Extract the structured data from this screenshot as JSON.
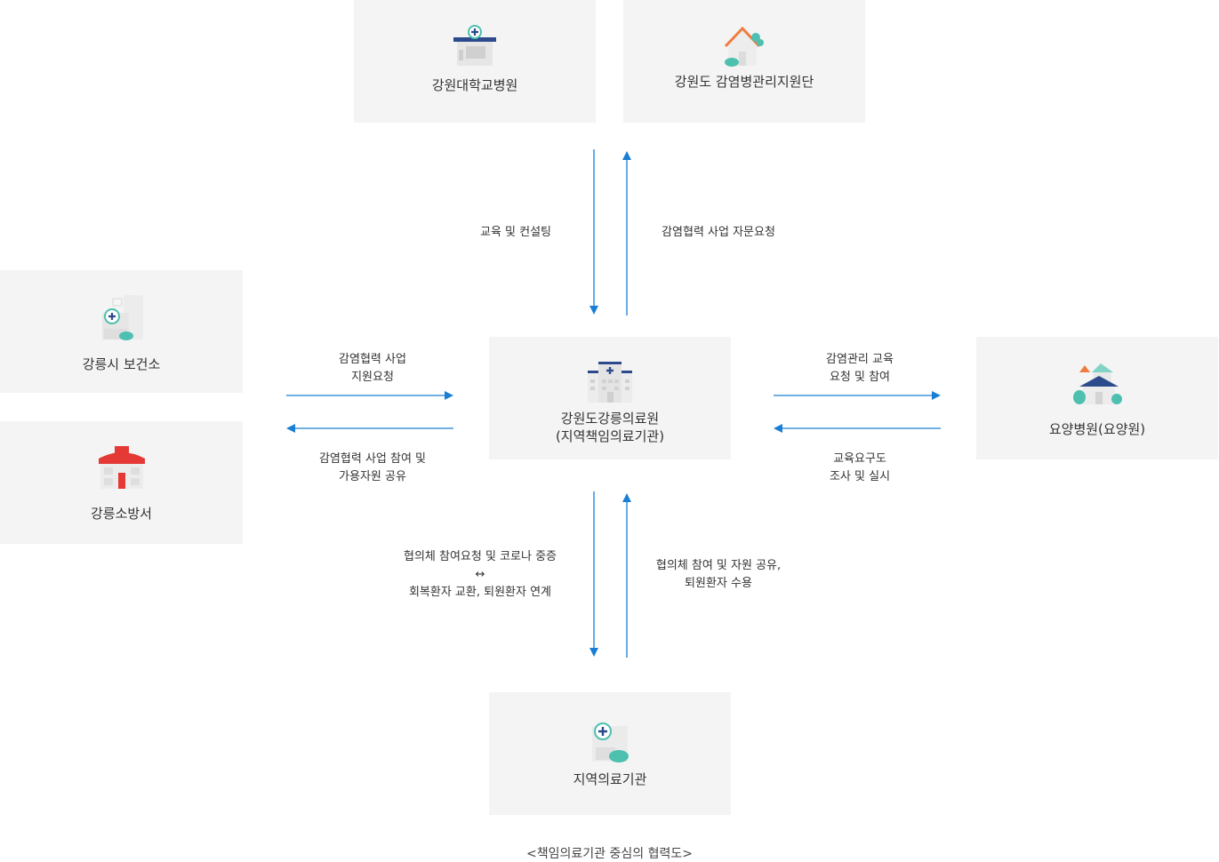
{
  "nodes": {
    "knuh": "강원대학교병원",
    "gangwon_center": "강원도 감염병관리지원단",
    "gangneung_health": "강릉시 보건소",
    "gangneung_fire": "강릉소방서",
    "center": "강원도강릉의료원\n(지역책임의료기관)",
    "nursing": "요양병원(요양원)",
    "local": "지역의료기관"
  },
  "edges": {
    "top_down": "교육 및 컨설팅",
    "top_up": "감염협력 사업 자문요청",
    "left_right": "감염협력 사업\n지원요청",
    "left_left": "감염협력 사업 참여 및\n가용자원 공유",
    "right_right": "감염관리 교육\n요청 및 참여",
    "right_left": "교육요구도\n조사 및 실시",
    "bottom_down": "협의체 참여요청 및 코로나 중증\n↔\n회복환자 교환, 퇴원환자 연계",
    "bottom_up": "협의체 참여 및 자원 공유,\n퇴원환자 수용"
  },
  "caption": "<책임의료기관 중심의 협력도>",
  "colors": {
    "arrow": "#1a7fd4",
    "box": "#f4f4f4",
    "text": "#333333",
    "accent_red": "#e53935",
    "accent_teal": "#4dc0b0",
    "accent_navy": "#2c4a8c"
  },
  "icons": {
    "knuh": "hospital-icon",
    "gangwon_center": "house-icon",
    "gangneung_health": "health-center-icon",
    "gangneung_fire": "fire-station-icon",
    "center": "medical-center-icon",
    "nursing": "nursing-home-icon",
    "local": "clinic-icon"
  }
}
